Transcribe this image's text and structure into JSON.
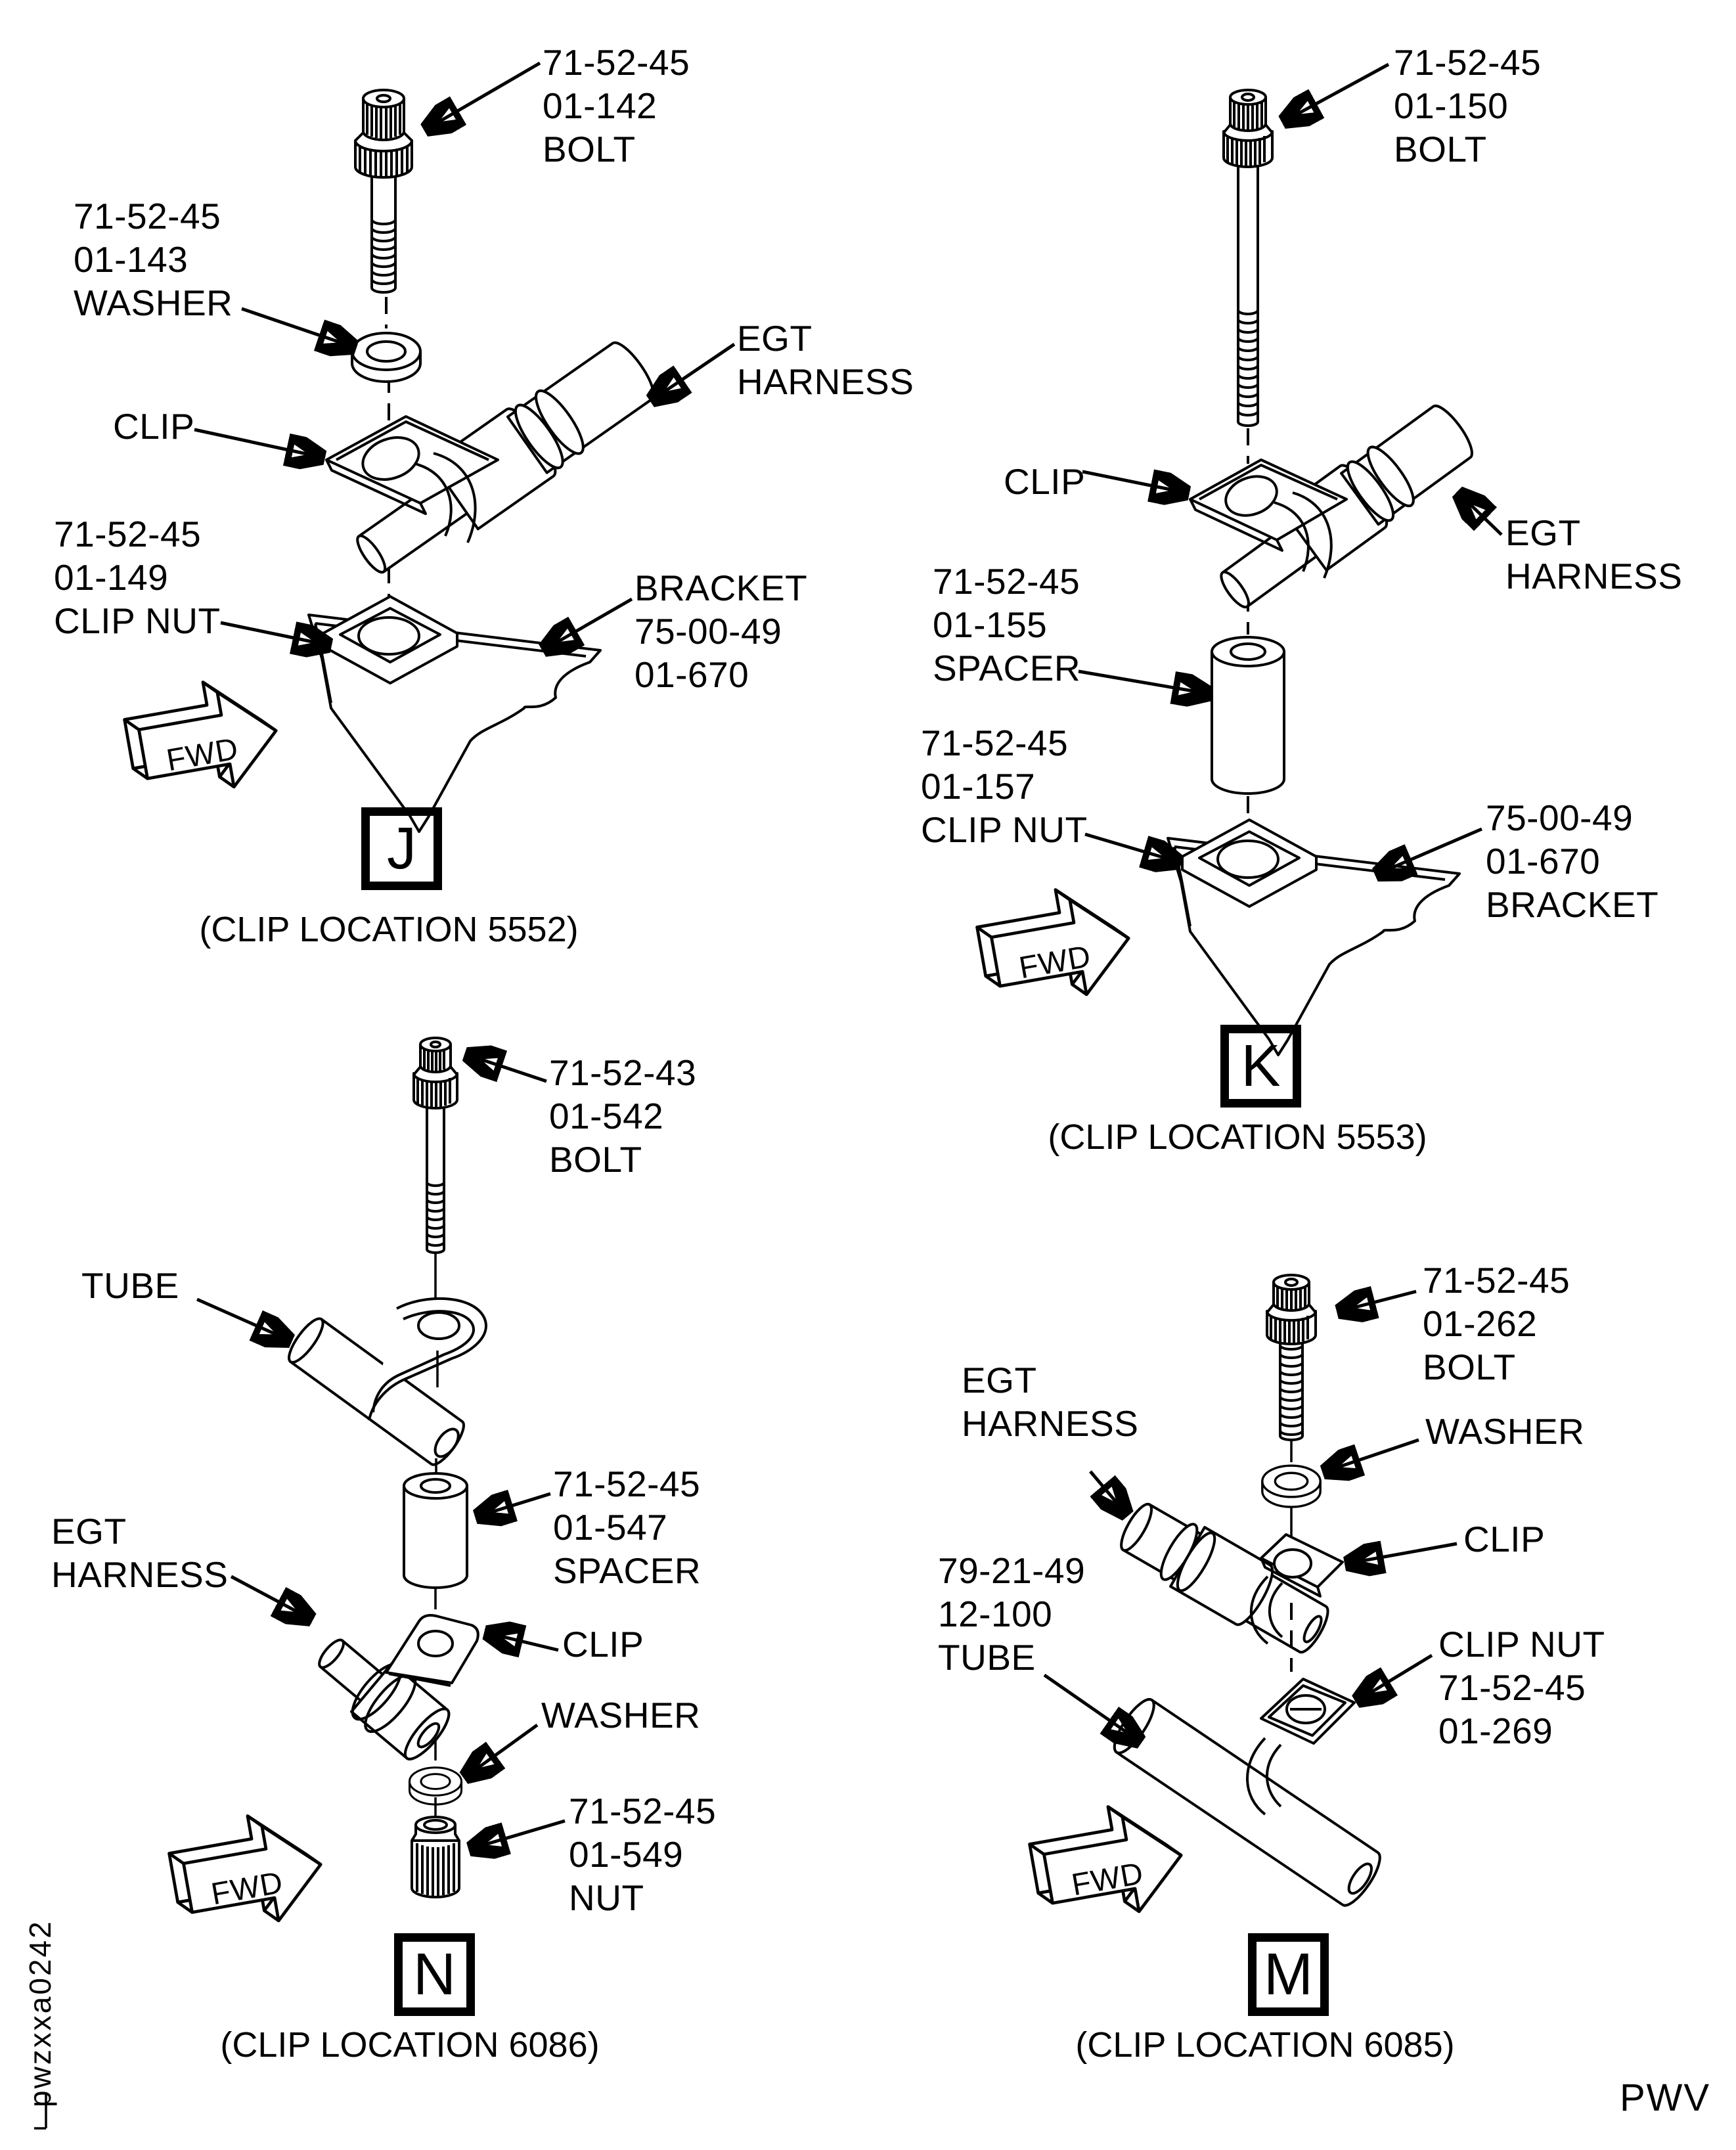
{
  "page": {
    "background": "#ffffff",
    "ink": "#000000",
    "doc_code": "pwzxxa0242",
    "publisher_code": "PWV"
  },
  "figures": {
    "j": {
      "letter": "J",
      "caption": "(CLIP LOCATION 5552)",
      "fwd": "FWD",
      "labels": {
        "bolt": "71-52-45\n01-142\nBOLT",
        "washer": "71-52-45\n01-143\nWASHER",
        "egt": "EGT\nHARNESS",
        "clip": "CLIP",
        "clip_nut": "71-52-45\n01-149\nCLIP NUT",
        "bracket": "BRACKET\n75-00-49\n01-670"
      }
    },
    "k": {
      "letter": "K",
      "caption": "(CLIP LOCATION 5553)",
      "fwd": "FWD",
      "labels": {
        "bolt": "71-52-45\n01-150\nBOLT",
        "clip": "CLIP",
        "egt": "EGT\nHARNESS",
        "spacer": "71-52-45\n01-155\nSPACER",
        "clip_nut": "71-52-45\n01-157\nCLIP NUT",
        "bracket": "75-00-49\n01-670\nBRACKET"
      }
    },
    "n": {
      "letter": "N",
      "caption": "(CLIP LOCATION 6086)",
      "fwd": "FWD",
      "labels": {
        "bolt": "71-52-43\n01-542\nBOLT",
        "tube": "TUBE",
        "spacer": "71-52-45\n01-547\nSPACER",
        "egt": "EGT\nHARNESS",
        "clip": "CLIP",
        "washer": "WASHER",
        "nut": "71-52-45\n01-549\nNUT"
      }
    },
    "m": {
      "letter": "M",
      "caption": "(CLIP LOCATION 6085)",
      "fwd": "FWD",
      "labels": {
        "bolt": "71-52-45\n01-262\nBOLT",
        "egt": "EGT\nHARNESS",
        "washer": "WASHER",
        "clip": "CLIP",
        "tube": "79-21-49\n12-100\nTUBE",
        "clip_nut": "CLIP NUT\n71-52-45\n01-269"
      }
    }
  }
}
